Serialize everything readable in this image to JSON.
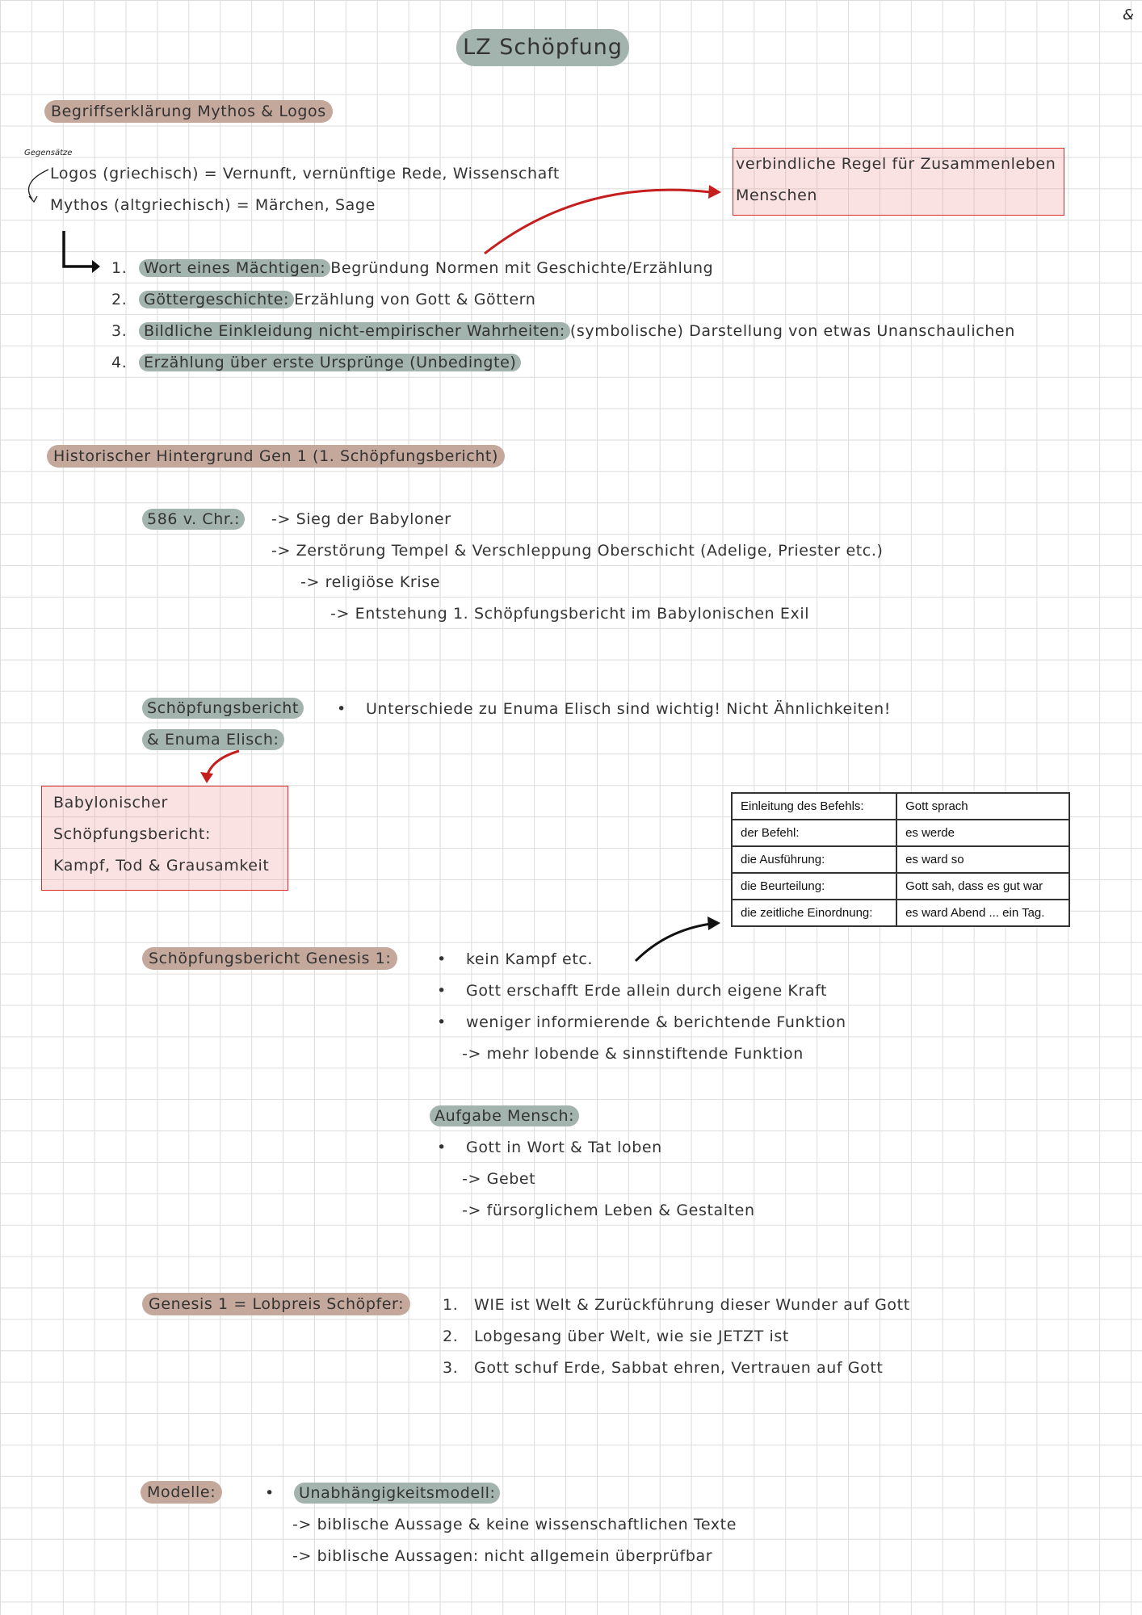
{
  "title": "LZ Schöpfung",
  "corner_signature": "&",
  "section1": {
    "heading": "Begriffserklärung Mythos & Logos",
    "side_note": "Gegensätze",
    "logos_line": "Logos (griechisch) = Vernunft, vernünftige Rede, Wissenschaft",
    "mythos_line": "Mythos (altgriechisch) = Märchen, Sage",
    "note_box": [
      "verbindliche Regel für Zusammenleben",
      "Menschen"
    ],
    "items": [
      {
        "num": "1.",
        "label": "Wort eines Mächtigen:",
        "text": "Begründung Normen mit Geschichte/Erzählung"
      },
      {
        "num": "2.",
        "label": "Göttergeschichte:",
        "text": "Erzählung von Gott & Göttern"
      },
      {
        "num": "3.",
        "label": "Bildliche Einkleidung nicht-empirischer Wahrheiten:",
        "text": "(symbolische) Darstellung von etwas Unanschaulichen"
      },
      {
        "num": "4.",
        "label": "Erzählung über erste Ursprünge (Unbedingte)",
        "text": ""
      }
    ]
  },
  "section2": {
    "heading": "Historischer Hintergrund Gen 1 (1. Schöpfungsbericht)",
    "date_label": "586 v. Chr.:",
    "lines": [
      "-> Sieg der Babyloner",
      "-> Zerstörung Tempel & Verschleppung Oberschicht (Adelige, Priester etc.)",
      "-> religiöse Krise",
      "-> Entstehung 1. Schöpfungsbericht im Babylonischen Exil"
    ]
  },
  "section3": {
    "label_line1": "Schöpfungsbericht",
    "label_line2": "& Enuma Elisch:",
    "bullet": "Unterschiede zu Enuma Elisch sind wichtig! Nicht Ähnlichkeiten!",
    "babylon_box": [
      "Babylonischer",
      "Schöpfungsbericht:",
      "Kampf, Tod & Grausamkeit"
    ]
  },
  "befehl_table": {
    "rows": [
      [
        "Einleitung des Befehls:",
        "Gott sprach"
      ],
      [
        "der Befehl:",
        "es werde"
      ],
      [
        "die Ausführung:",
        "es ward so"
      ],
      [
        "die Beurteilung:",
        "Gott sah, dass es gut war"
      ],
      [
        "die zeitliche Einordnung:",
        "es ward Abend ... ein Tag."
      ]
    ]
  },
  "section4": {
    "label": "Schöpfungsbericht Genesis 1:",
    "bullets": [
      "kein Kampf etc.",
      "Gott erschafft Erde allein durch eigene Kraft",
      "weniger informierende & berichtende Funktion"
    ],
    "sub": "-> mehr lobende & sinnstiftende Funktion",
    "aufgabe_label": "Aufgabe Mensch:",
    "aufgabe_bullet": "Gott in Wort & Tat loben",
    "aufgabe_subs": [
      "-> Gebet",
      "-> fürsorglichem Leben & Gestalten"
    ]
  },
  "section5": {
    "label": "Genesis 1 = Lobpreis Schöpfer:",
    "items": [
      {
        "num": "1.",
        "text": "WIE ist Welt & Zurückführung dieser Wunder auf Gott"
      },
      {
        "num": "2.",
        "text": "Lobgesang über Welt, wie sie JETZT ist"
      },
      {
        "num": "3.",
        "text": "Gott schuf Erde, Sabbat ehren, Vertrauen auf Gott"
      }
    ]
  },
  "section6": {
    "label": "Modelle:",
    "model": "Unabhängigkeitsmodell:",
    "lines": [
      "-> biblische Aussage & keine wissenschaftlichen Texte",
      "-> biblische Aussagen: nicht allgemein überprüfbar"
    ]
  },
  "colors": {
    "pill_rose": "#c5a89c",
    "pill_sage": "#a3b3ae",
    "note_red": "#d9302e",
    "text": "#333333"
  }
}
